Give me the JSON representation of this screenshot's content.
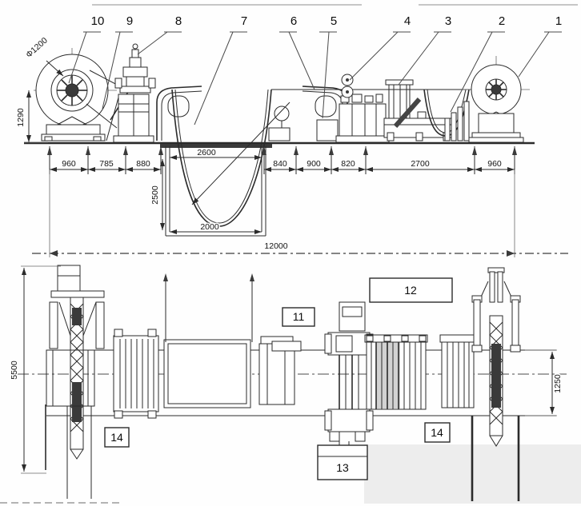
{
  "callouts": {
    "c1": "1",
    "c2": "2",
    "c3": "3",
    "c4": "4",
    "c5": "5",
    "c6": "6",
    "c7": "7",
    "c8": "8",
    "c9": "9",
    "c10": "10"
  },
  "plan_labels": {
    "p11": "11",
    "p12": "12",
    "p13": "13",
    "p14_left": "14",
    "p14_right": "14"
  },
  "dims": {
    "chain": [
      "960",
      "785",
      "880",
      "840",
      "900",
      "820",
      "2700",
      "960"
    ],
    "pit_top_width": "2600",
    "pit_depth": "2500",
    "pit_bottom_width": "2000",
    "overall_length": "12000",
    "uncoiler_center_height": "1290",
    "coil_diameter": "Φ1200",
    "plan_overall_width": "5500",
    "recoiler_width": "1250"
  }
}
